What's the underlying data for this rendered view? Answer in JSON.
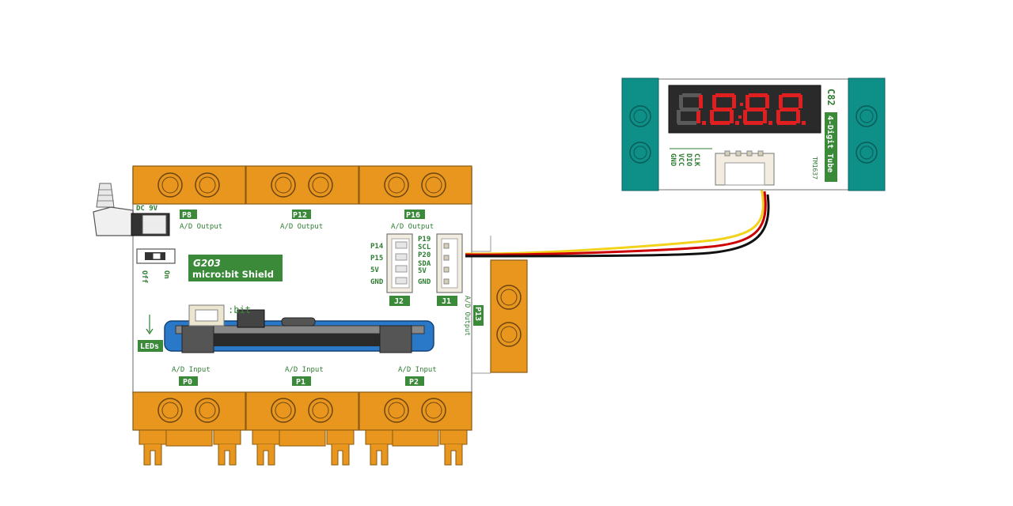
{
  "shield": {
    "model": "G203",
    "name": "micro:bit Shield",
    "power_jack_label": "DC 9V",
    "switch_off": "Off",
    "switch_on": "On",
    "leds_label": "LEDs",
    "microbit_text": ":bit",
    "ports": {
      "p8": {
        "label": "P8",
        "function": "A/D Output"
      },
      "p12": {
        "label": "P12",
        "function": "A/D Output"
      },
      "p16": {
        "label": "P16",
        "function": "A/D Output"
      },
      "p13": {
        "label": "P13",
        "function": "A/D Output"
      },
      "p0": {
        "label": "P0",
        "function": "A/D Input"
      },
      "p1": {
        "label": "P1",
        "function": "A/D Input"
      },
      "p2": {
        "label": "P2",
        "function": "A/D Input"
      }
    },
    "j2": {
      "label": "J2",
      "pins": [
        "P14",
        "P15",
        "5V",
        "GND"
      ]
    },
    "j1": {
      "label": "J1",
      "pins": [
        "P19",
        "SCL",
        "P20",
        "SDA",
        "5V",
        "GND"
      ]
    }
  },
  "display_module": {
    "code": "C82",
    "name": "4-Digit Tube",
    "chip": "TM1637",
    "pins": [
      "CLK",
      "DIO",
      "VCC",
      "GND"
    ],
    "digits": [
      "8.",
      "8.",
      "8.",
      "8."
    ],
    "segment_color": "#e02020"
  },
  "colors": {
    "brick": "#e8961e",
    "label_green": "#3a8a3a",
    "teal": "#0e8f87",
    "microbit_blue": "#2a78c8",
    "wire_red": "#cc0000",
    "wire_black": "#111111",
    "wire_yellow": "#f2d21a"
  }
}
